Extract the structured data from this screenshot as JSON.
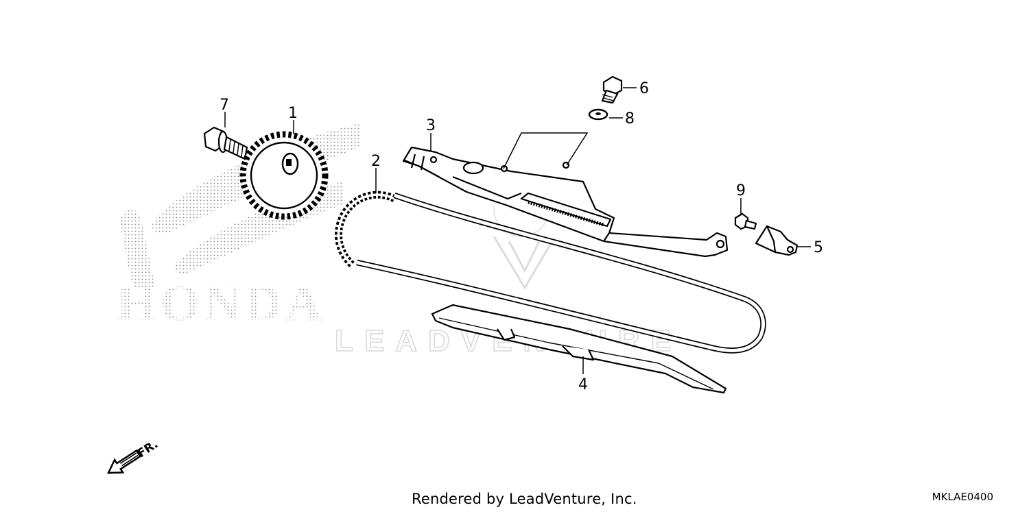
{
  "diagram": {
    "code": "MKLAE0400",
    "credit": "Rendered by LeadVenture, Inc.",
    "brand_logo_text": "HONDA",
    "watermark_text": "LEADVENTURE",
    "direction_label": "FR.",
    "callouts": [
      "1",
      "2",
      "3",
      "4",
      "5",
      "6",
      "7",
      "8",
      "9"
    ]
  },
  "icons": {
    "brand_logo": "honda-wing-logo",
    "watermark": "leadventure-watermark",
    "direction": "front-arrow-icon"
  },
  "colors": {
    "line": "#000000",
    "watermark": "#d9d9d9",
    "logo_dots": "#9a9a9a"
  }
}
